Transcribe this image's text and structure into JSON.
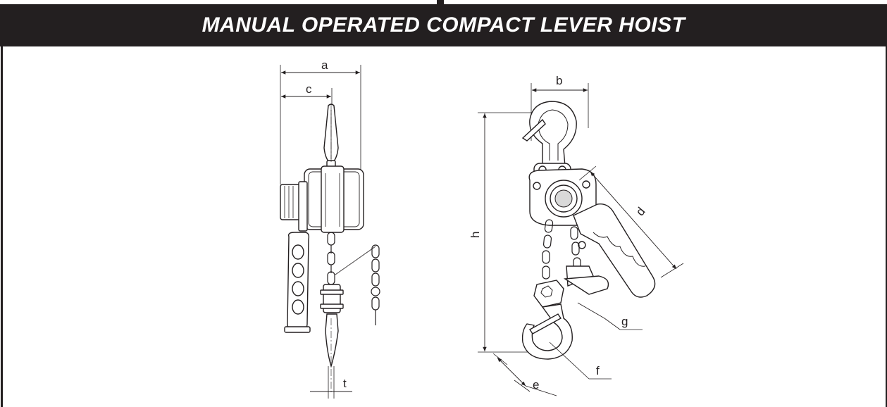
{
  "header": {
    "title": "MANUAL OPERATED COMPACT LEVER HOIST",
    "background": "#231f20",
    "color": "#ffffff"
  },
  "front_view": {
    "labels": {
      "a": "a",
      "c": "c",
      "t": "t"
    }
  },
  "side_view": {
    "labels": {
      "b": "b",
      "h": "h",
      "d": "d",
      "g": "g",
      "f": "f",
      "e": "e"
    }
  },
  "colors": {
    "line": "#231f20",
    "fill": "#ffffff",
    "shade": "#d9d9d9"
  }
}
